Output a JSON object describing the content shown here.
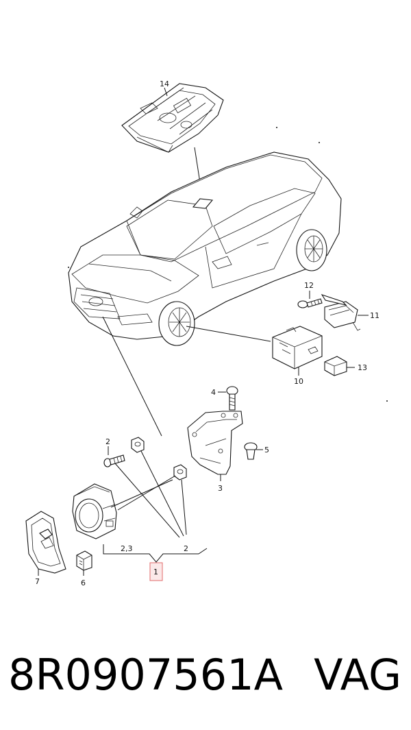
{
  "callouts": {
    "c1": "1",
    "c2a": "2",
    "c2b": "2",
    "c23": "2,3",
    "c3": "3",
    "c4": "4",
    "c5": "5",
    "c6": "6",
    "c7": "7",
    "c10": "10",
    "c11": "11",
    "c12": "12",
    "c13": "13",
    "c14": "14"
  },
  "footer": {
    "part_number": "8R0907561A",
    "brand": "VAG"
  },
  "colors": {
    "highlight": "#e06a6a",
    "highlight_fill": "#fbe9e9",
    "ink": "#111111"
  }
}
